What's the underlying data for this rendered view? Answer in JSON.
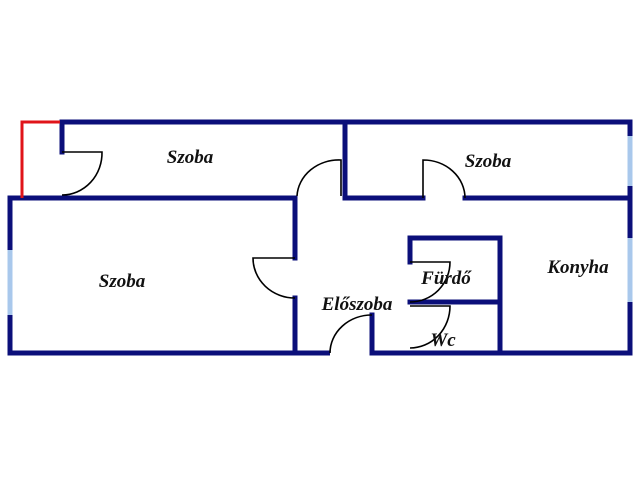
{
  "plan": {
    "rooms": [
      {
        "id": "top-left-room",
        "label": "Szoba"
      },
      {
        "id": "top-right-room",
        "label": "Szoba"
      },
      {
        "id": "left-room",
        "label": "Szoba"
      },
      {
        "id": "hall",
        "label": "Előszoba"
      },
      {
        "id": "bathroom",
        "label": "Fürdő"
      },
      {
        "id": "kitchen",
        "label": "Konyha"
      },
      {
        "id": "toilet",
        "label": "Wc"
      }
    ],
    "colors": {
      "wall": "#0b0f7a",
      "window": "#a9c8ec",
      "balcony": "#e0141a",
      "door": "#000000"
    }
  }
}
